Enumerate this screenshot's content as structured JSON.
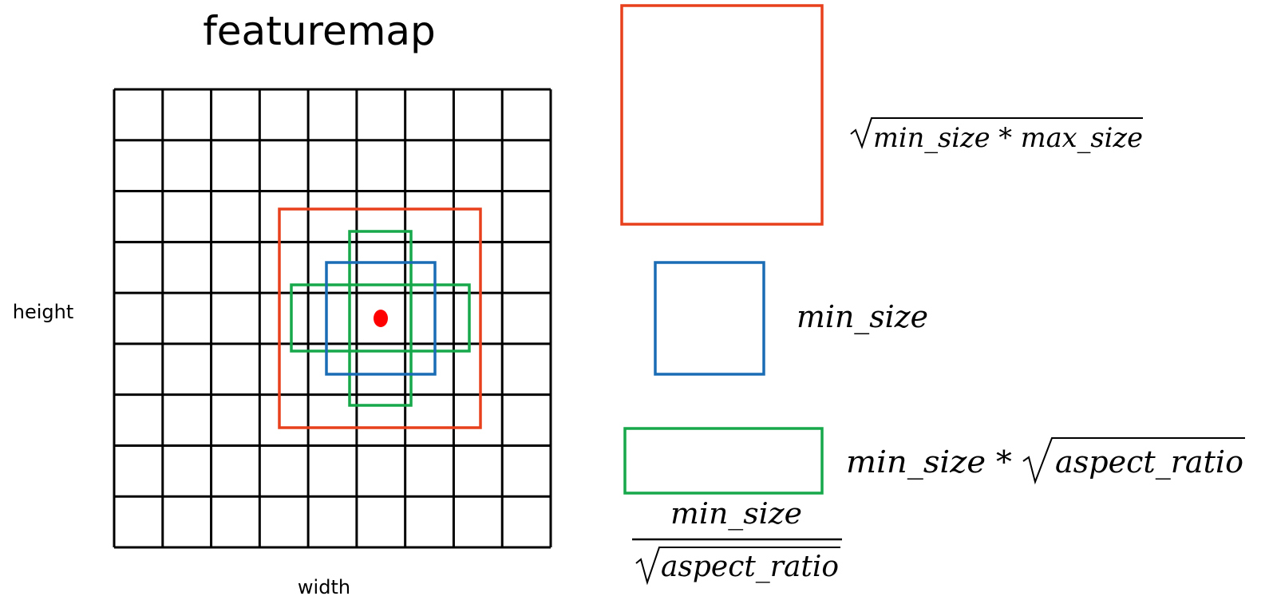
{
  "diagram": {
    "title": "featuremap",
    "height_label": "height",
    "width_label": "width",
    "grid": {
      "rows": 9,
      "cols": 9,
      "line_color": "#000000"
    },
    "center_dot_color": "#ff0000",
    "colors": {
      "red": "#e8401c",
      "blue": "#1a6db5",
      "green": "#16a84a"
    }
  },
  "legend": {
    "red_formula_body": "min_size * max_size",
    "blue_formula": "min_size",
    "green_formula_prefix": "min_size * ",
    "green_formula_sqrt": "aspect_ratio",
    "fraction_numerator": "min_size",
    "fraction_denominator": "aspect_ratio"
  }
}
